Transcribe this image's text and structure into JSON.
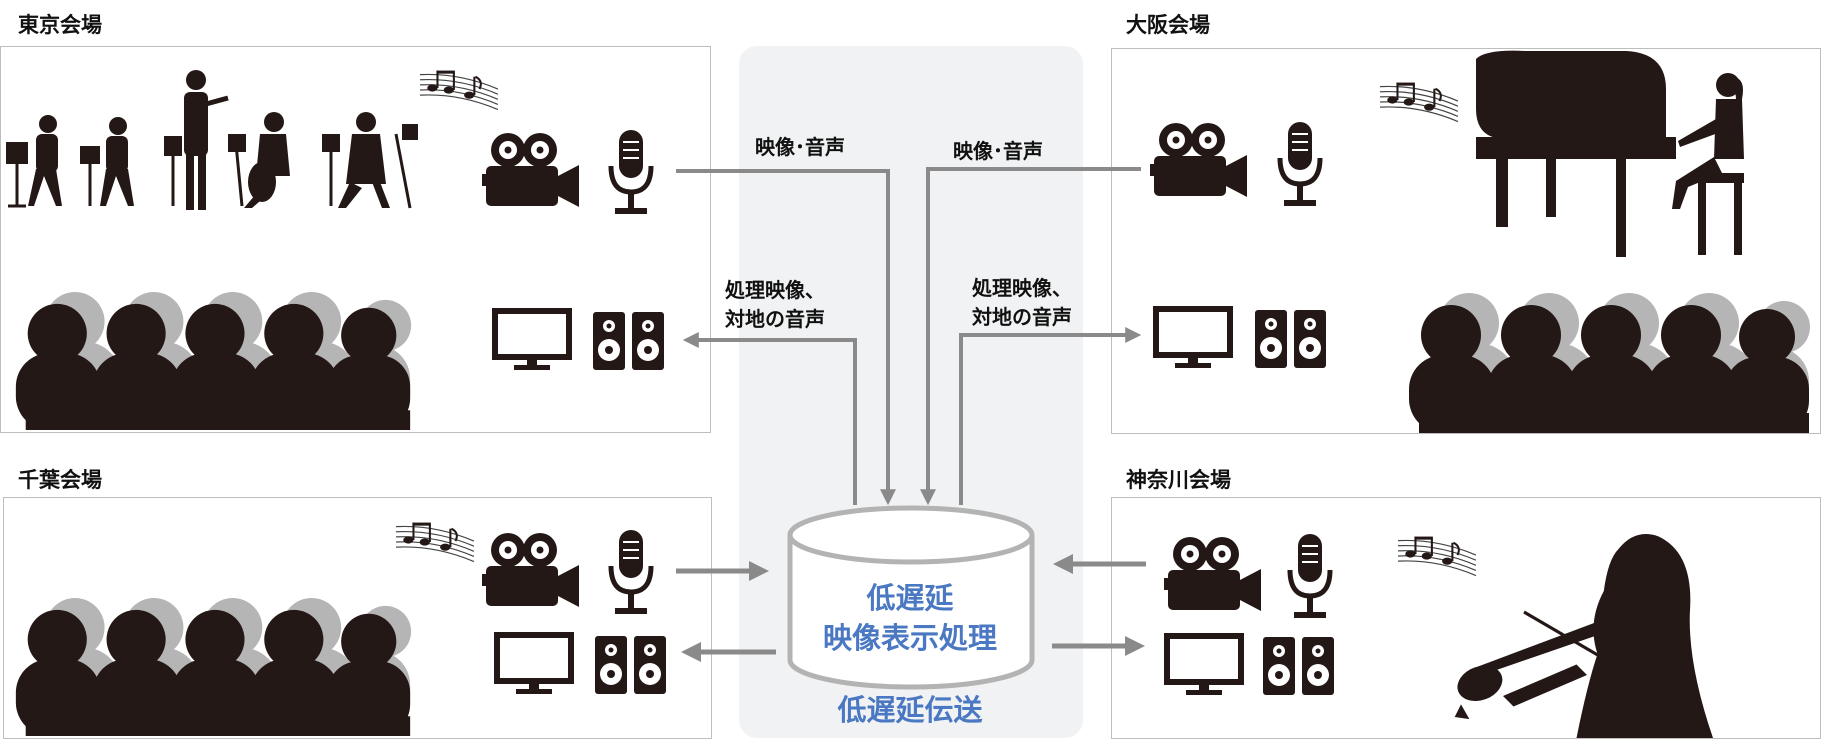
{
  "venues": {
    "tokyo": "東京会場",
    "osaka": "大阪会場",
    "chiba": "千葉会場",
    "kanagawa": "神奈川会場"
  },
  "flows": {
    "tokyo_out": "映像･音声",
    "osaka_out": "映像･音声",
    "tokyo_in_line1": "処理映像、",
    "tokyo_in_line2": "対地の音声",
    "osaka_in_line1": "処理映像、",
    "osaka_in_line2": "対地の音声"
  },
  "center": {
    "process_line1": "低遅延",
    "process_line2": "映像表示処理",
    "transmission": "低遅延伝送"
  },
  "icons": [
    "camera-icon",
    "microphone-icon",
    "monitor-icon",
    "speaker-icon",
    "music-notes-icon",
    "audience-silhouette",
    "orchestra-silhouette",
    "pianist-silhouette",
    "violinist-silhouette"
  ],
  "colors": {
    "accent": "#4a78c2",
    "arrow": "#8a8a8a",
    "silhouette": "#231816",
    "box_border": "#bdbdbd",
    "center_bg": "#f1f2f3"
  }
}
